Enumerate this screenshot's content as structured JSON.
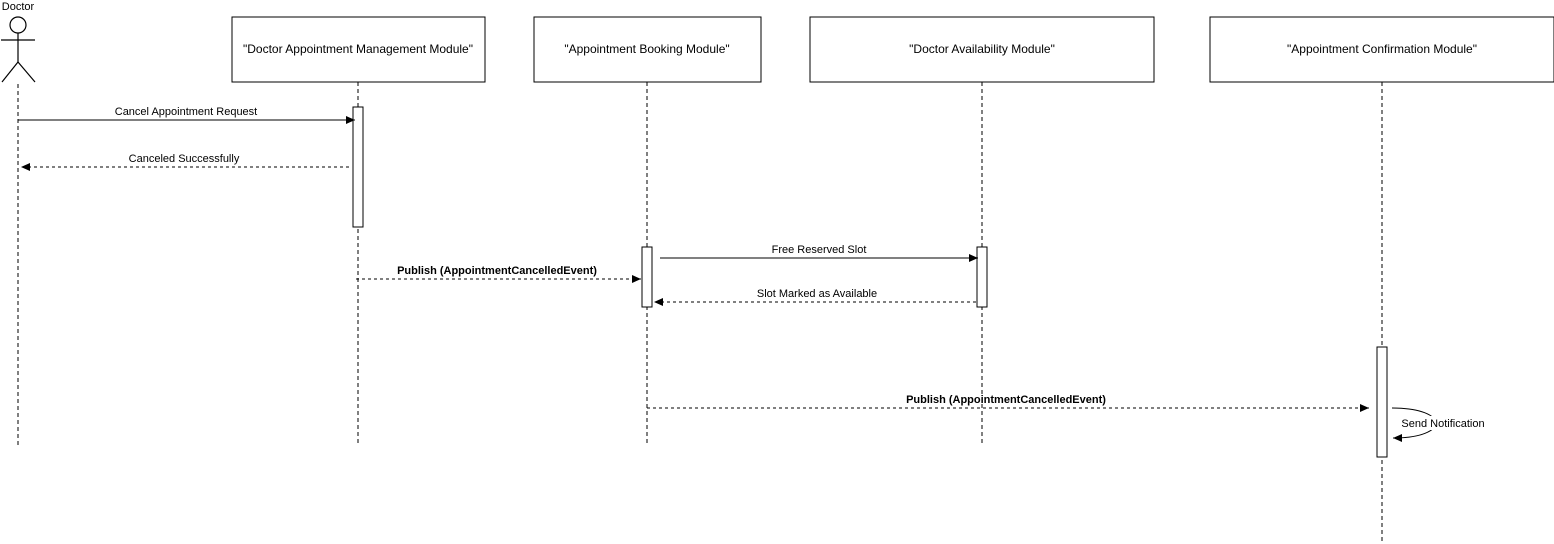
{
  "actor": {
    "name": "Doctor"
  },
  "participants": [
    {
      "id": "mgmt",
      "label": "\"Doctor Appointment Management Module\""
    },
    {
      "id": "booking",
      "label": "\"Appointment Booking Module\""
    },
    {
      "id": "avail",
      "label": "\"Doctor Availability Module\""
    },
    {
      "id": "confirm",
      "label": "\"Appointment Confirmation Module\""
    }
  ],
  "messages": [
    {
      "label": "Cancel Appointment Request",
      "from": "actor",
      "to": "mgmt",
      "style": "solid",
      "bold": false
    },
    {
      "label": "Canceled Successfully",
      "from": "mgmt",
      "to": "actor",
      "style": "dashed",
      "bold": false
    },
    {
      "label": "Free Reserved Slot",
      "from": "booking",
      "to": "avail",
      "style": "solid",
      "bold": false
    },
    {
      "label": "Publish (AppointmentCancelledEvent)",
      "from": "mgmt",
      "to": "booking",
      "style": "dashed",
      "bold": true
    },
    {
      "label": "Slot Marked as Available",
      "from": "avail",
      "to": "booking",
      "style": "dashed",
      "bold": false
    },
    {
      "label": "Publish (AppointmentCancelledEvent)",
      "from": "booking",
      "to": "confirm",
      "style": "dashed",
      "bold": true
    },
    {
      "label": "Send Notification",
      "from": "confirm",
      "to": "confirm",
      "style": "solid",
      "bold": false
    }
  ]
}
